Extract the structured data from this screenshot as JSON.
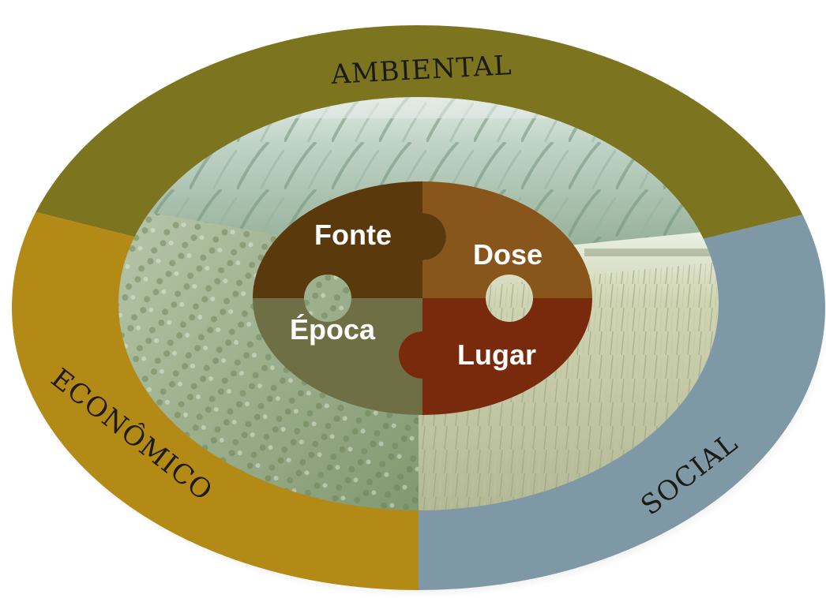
{
  "diagram": {
    "ring_segments": [
      {
        "id": "ambiental",
        "label": "AMBIENTAL",
        "color": "#7d7420"
      },
      {
        "id": "economico",
        "label": "ECONÔMICO",
        "color": "#b38a16"
      },
      {
        "id": "social",
        "label": "SOCIAL",
        "color": "#7f98a6"
      }
    ],
    "center_pieces": [
      {
        "id": "fonte",
        "label": "Fonte",
        "color": "#5a3a0c"
      },
      {
        "id": "dose",
        "label": "Dose",
        "color": "#88551a"
      },
      {
        "id": "epoca",
        "label": "Época",
        "color": "#6f6f46"
      },
      {
        "id": "lugar",
        "label": "Lugar",
        "color": "#7a2a0c"
      }
    ],
    "field_images": [
      {
        "id": "corn",
        "name": "corn-field-photo"
      },
      {
        "id": "potato",
        "name": "potato-field-photo"
      },
      {
        "id": "wheat",
        "name": "wheat-field-photo"
      }
    ]
  }
}
